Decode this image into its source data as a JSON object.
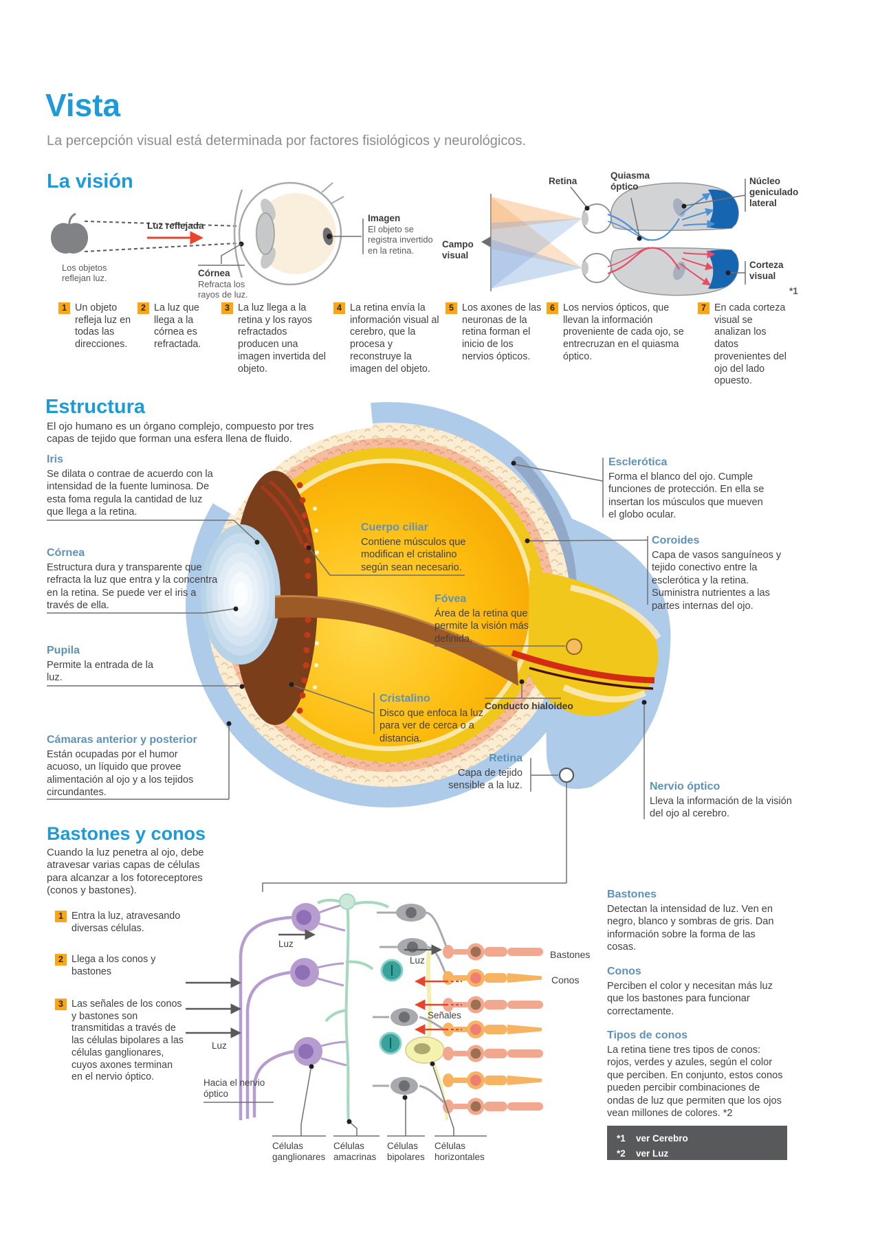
{
  "page": {
    "title": "Vista",
    "subtitle": "La percepción visual está determinada por factores fisiológicos y neurológicos."
  },
  "colors": {
    "accent_blue": "#1E9BD7",
    "label_blue": "#5E92B8",
    "badge_orange": "#F9A51A",
    "footer_gray": "#58595B",
    "arrow_red": "#E8442D",
    "cortex_blue": "#1565B0"
  },
  "vision": {
    "heading": "La visión",
    "diagram": {
      "luz_reflejada": "Luz reflejada",
      "objetos": "Los objetos reflejan luz.",
      "cornea_label": "Córnea",
      "cornea_text": "Refracta los rayos de luz.",
      "imagen_label": "Imagen",
      "imagen_text": "El objeto se registra invertido en la retina.",
      "campo_visual": "Campo visual",
      "retina_label": "Retina",
      "quiasma_label": "Quiasma óptico",
      "nucleo_label": "Núcleo geniculado lateral",
      "corteza_label": "Corteza visual",
      "ref1": "*1"
    },
    "steps": [
      {
        "num": "1",
        "text": "Un objeto refleja luz en todas las direcciones."
      },
      {
        "num": "2",
        "text": "La luz que llega a la córnea es refractada."
      },
      {
        "num": "3",
        "text": "La luz llega a la retina y los rayos refractados producen una imagen invertida del objeto."
      },
      {
        "num": "4",
        "text": "La retina envía la información visual al cerebro, que la procesa y reconstruye la imagen del objeto."
      },
      {
        "num": "5",
        "text": "Los axones de las neuronas de la retina forman el inicio de los nervios ópticos."
      },
      {
        "num": "6",
        "text": "Los nervios ópticos, que llevan la información proveniente de cada ojo, se entrecruzan en el quiasma óptico."
      },
      {
        "num": "7",
        "text": "En cada corteza visual se analizan los datos provenientes del ojo del lado opuesto."
      }
    ]
  },
  "estructura": {
    "heading": "Estructura",
    "intro": "El ojo humano es un órgano complejo, compuesto por tres capas de tejido que forman una esfera llena de fluido.",
    "callouts": {
      "iris": {
        "label": "Iris",
        "text": "Se dilata o contrae de acuerdo con la intensidad de la fuente luminosa. De esta foma regula la cantidad de luz que llega a la retina."
      },
      "cornea": {
        "label": "Córnea",
        "text": "Estructura dura y transparente que refracta la luz que entra y la concentra en la retina. Se puede ver el iris a través de ella."
      },
      "pupila": {
        "label": "Pupila",
        "text": "Permite la entrada de la luz."
      },
      "camaras": {
        "label": "Cámaras anterior y posterior",
        "text": "Están ocupadas por el humor acuoso, un líquido que provee alimentación al ojo y a los tejidos circundantes."
      },
      "esclerotica": {
        "label": "Esclerótica",
        "text": "Forma el blanco del ojo. Cumple funciones de protección. En ella se insertan los músculos que mueven el globo ocular."
      },
      "coroides": {
        "label": "Coroides",
        "text": "Capa de vasos sanguíneos y tejido conectivo entre la esclerótica y la retina. Suministra nutrientes a las partes internas del ojo."
      },
      "cuerpo_ciliar": {
        "label": "Cuerpo ciliar",
        "text": "Contiene músculos que modifican el cristalino según sean necesario."
      },
      "fovea": {
        "label": "Fóvea",
        "text": "Área de la retina que permite la visión más definida."
      },
      "cristalino": {
        "label": "Cristalino",
        "text": "Disco que enfoca la luz para ver de cerca o a distancia."
      },
      "conducto": {
        "label": "Conducto hialoideo"
      },
      "retina": {
        "label": "Retina",
        "text": "Capa de tejido sensible a la luz."
      },
      "nervio": {
        "label": "Nervio óptico",
        "text": "Lleva la información de la visión del ojo al cerebro."
      }
    }
  },
  "bastones": {
    "heading": "Bastones y conos",
    "intro": "Cuando la luz penetra al ojo, debe atravesar varias capas de células para alcanzar a los fotoreceptores (conos y bastones).",
    "steps": [
      {
        "num": "1",
        "text": "Entra la luz, atravesando diversas células."
      },
      {
        "num": "2",
        "text": "Llega a los conos y bastones"
      },
      {
        "num": "3",
        "text": "Las señales de los conos y bastones son transmitidas a través de las células bipolares a las células ganglionares, cuyos axones terminan en el nervio óptico."
      }
    ],
    "labels": {
      "luz_top": "Luz",
      "luz_mid": "Luz",
      "luz_left": "Luz",
      "senales": "Señales",
      "hacia": "Hacia el nervio óptico",
      "bastones": "Bastones",
      "conos": "Conos",
      "celulas": [
        "Células ganglionares",
        "Células amacrinas",
        "Células bipolares",
        "Células horizontales"
      ]
    },
    "info": [
      {
        "label": "Bastones",
        "text": "Detectan la intensidad de luz. Ven en negro, blanco y sombras de gris. Dan información sobre la forma de las cosas."
      },
      {
        "label": "Conos",
        "text": "Perciben el color y necesitan más luz que los bastones para funcionar correctamente."
      },
      {
        "label": "Tipos de conos",
        "text": "La retina tiene tres tipos de conos: rojos, verdes y azules, según el color que perciben. En conjunto, estos conos pueden percibir combinaciones de ondas de luz que permiten que los ojos vean millones de colores. *2"
      }
    ]
  },
  "footer": {
    "refs": [
      {
        "num": "*1",
        "text": "ver Cerebro"
      },
      {
        "num": "*2",
        "text": "ver Luz"
      }
    ]
  }
}
